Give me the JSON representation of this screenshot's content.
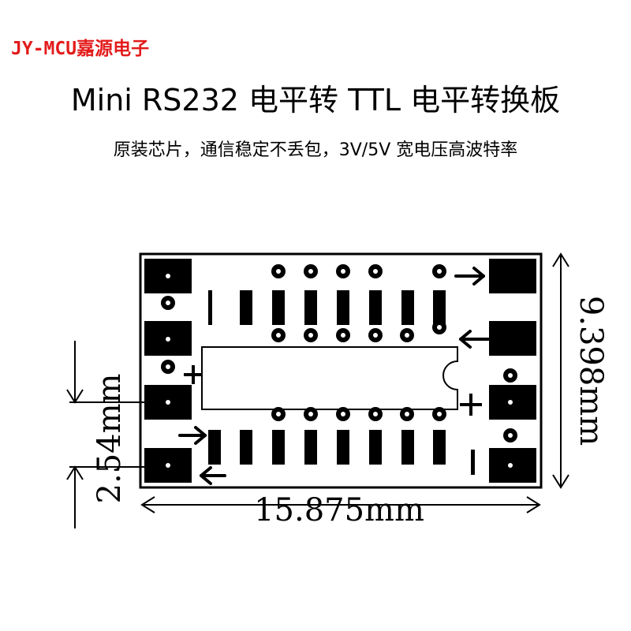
{
  "brand": "JY-MCU嘉源电子",
  "title": "Mini RS232 电平转 TTL 电平转换板",
  "subtitle": "原装芯片，通信稳定不丢包，3V/5V 宽电压高波特率",
  "dimensions": {
    "width": "15.875mm",
    "height": "9.398mm",
    "pitch": "2.54mm"
  }
}
